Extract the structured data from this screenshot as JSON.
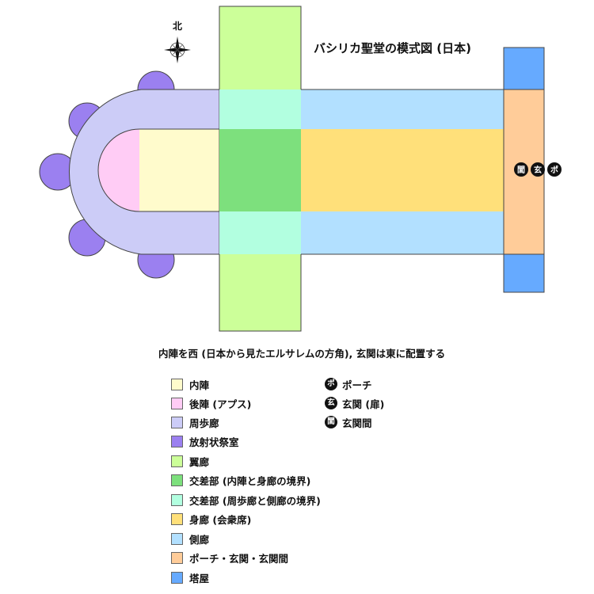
{
  "title": "バシリカ聖堂の模式図 (日本)",
  "compass": {
    "label": "北",
    "icon": "compass-rose-icon"
  },
  "note": "内陣を西 (日本から見たエルサレムの方角), 玄関は東に配置する",
  "plan_badges": [
    "閭",
    "玄",
    "ポ"
  ],
  "colors": {
    "sanctuary": "#fffbcc",
    "apse": "#ffccf5",
    "ambulatory": "#ccccf7",
    "radiating_chapel": "#9b80f0",
    "transept": "#ccff99",
    "crossing_nave": "#7de07d",
    "crossing_aisle": "#b2ffe0",
    "nave": "#ffe07a",
    "aisle": "#b2e0ff",
    "porch": "#ffcc99",
    "tower": "#66aaff"
  },
  "legend": [
    {
      "label": "内陣",
      "color": "#fffbcc"
    },
    {
      "label": "後陣 (アプス)",
      "color": "#ffccf5"
    },
    {
      "label": "周歩廊",
      "color": "#ccccf7"
    },
    {
      "label": "放射状祭室",
      "color": "#9b80f0"
    },
    {
      "label": "翼廊",
      "color": "#ccff99"
    },
    {
      "label": "交差部 (内陣と身廊の境界)",
      "color": "#7de07d"
    },
    {
      "label": "交差部 (周歩廊と側廊の境界)",
      "color": "#b2ffe0"
    },
    {
      "label": "身廊 (会衆席)",
      "color": "#ffe07a"
    },
    {
      "label": "側廊",
      "color": "#b2e0ff"
    },
    {
      "label": "ポーチ・玄関・玄関間",
      "color": "#ffcc99"
    },
    {
      "label": "塔屋",
      "color": "#66aaff"
    }
  ],
  "badge_legend": [
    {
      "badge": "ポ",
      "label": "ポーチ"
    },
    {
      "badge": "玄",
      "label": "玄関 (扉)"
    },
    {
      "badge": "閭",
      "label": "玄関間"
    }
  ]
}
